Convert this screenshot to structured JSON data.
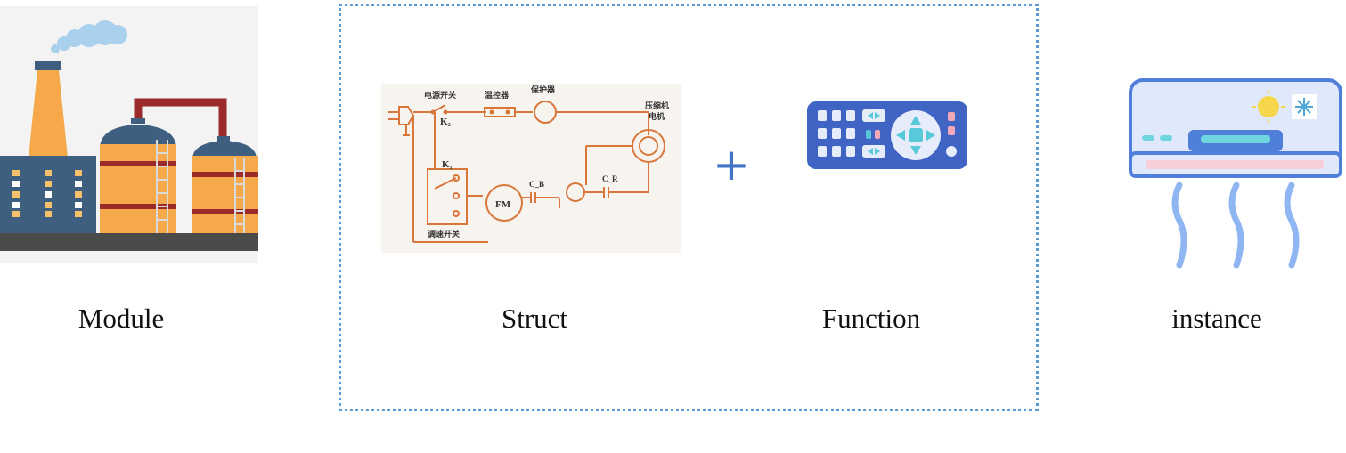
{
  "captions": {
    "module": "Module",
    "struct": "Struct",
    "function": "Function",
    "instance": "instance"
  },
  "plus_symbol": "+",
  "circuit_labels": {
    "power_switch": "电源开关",
    "thermostat": "温控器",
    "protector": "保护器",
    "compressor_motor_line1": "压缩机",
    "compressor_motor_line2": "电机",
    "k2": "K₂",
    "k1": "K₁",
    "fm": "FM",
    "cb": "C_B",
    "cr": "C_R",
    "speed_switch": "调速开关"
  },
  "colors": {
    "dotted_border": "#5b9bd5",
    "plus": "#4472c4",
    "circuit_wire": "#d9773a",
    "remote_body": "#3f64c4",
    "factory_orange": "#f5a94a",
    "factory_pipe": "#9b2a2a",
    "factory_building": "#3e5f7f",
    "ac_body": "#dfe9fb",
    "ac_outline": "#4f7fd8",
    "ac_airflow": "#8fb6f2"
  }
}
